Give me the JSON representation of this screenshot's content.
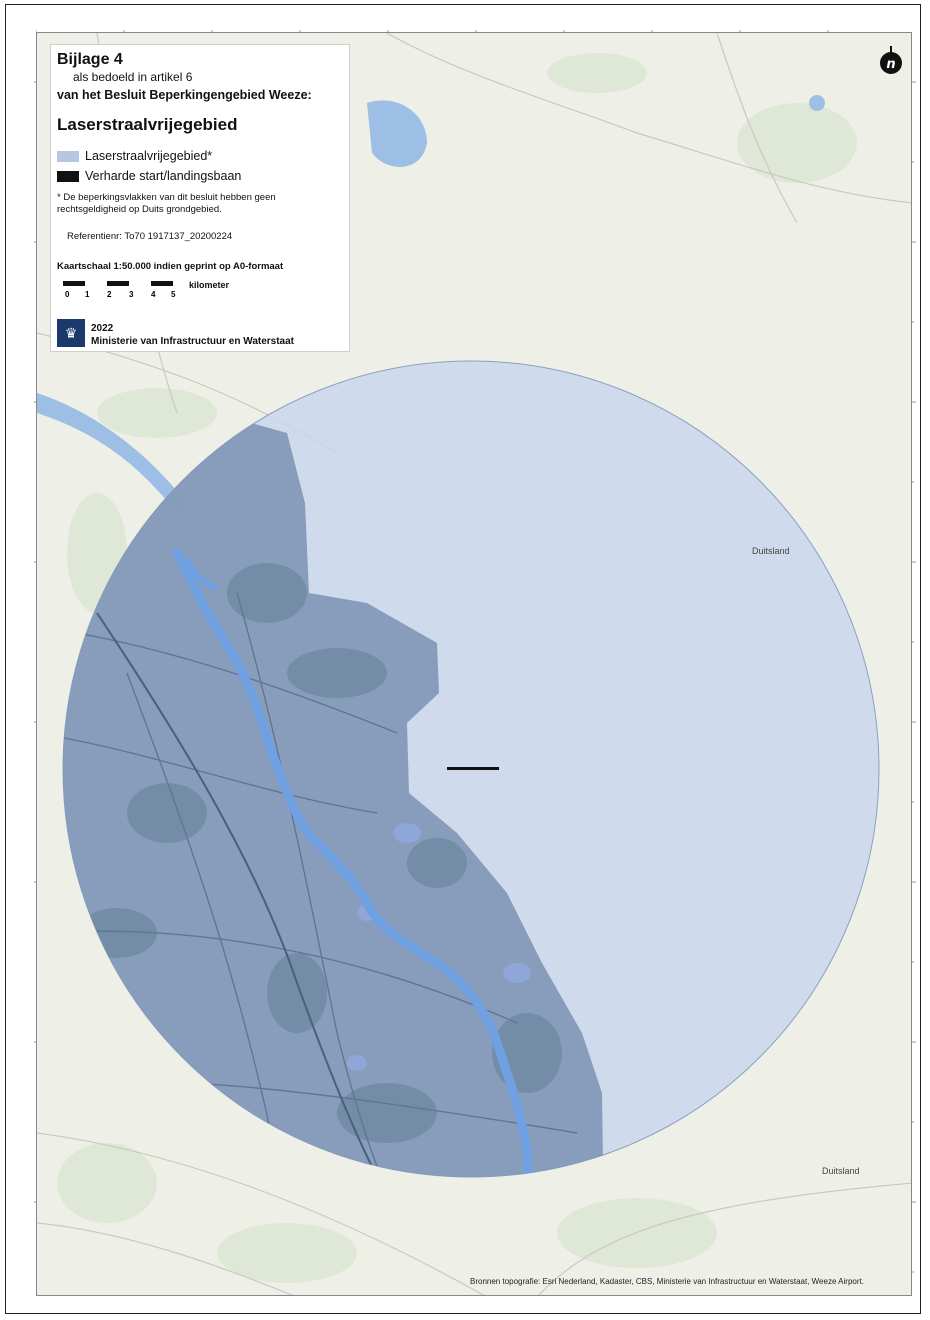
{
  "legend": {
    "title": "Bijlage 4",
    "subtitle_line1": "als bedoeld in artikel 6",
    "subtitle_line2": "van het Besluit Beperkingengebied Weeze:",
    "heading": "Laserstraalvrijegebied",
    "items": [
      {
        "label": "Laserstraalvrijegebied*",
        "color": "#b7c6e2"
      },
      {
        "label": "Verharde start/landingsbaan",
        "color": "#111111"
      }
    ],
    "footnote": "*  De beperkingsvlakken van dit besluit hebben geen rechtsgeldigheid op Duits grondgebied.",
    "reference": "Referentienr: To70 1917137_20200224",
    "scale_text": "Kaartschaal 1:50.000 indien geprint op A0-formaat",
    "scale_ticks": [
      "0",
      "1",
      "2",
      "3",
      "4",
      "5"
    ],
    "scale_unit": "kilometer",
    "year": "2022",
    "ministry": "Ministerie van Infrastructuur en Waterstaat"
  },
  "map": {
    "labels": {
      "germany_1": "Duitsland",
      "germany_2": "Duitsland"
    },
    "sources": "Bronnen topografie: Esri Nederland, Kadaster, CBS, Ministerie van Infrastructuur en Waterstaat, Weeze Airport.",
    "colors": {
      "zone_fill": "#c9d6ec",
      "nl_zone_fill": "#7f96b6",
      "water": "#79a8e0",
      "base": "#eef0e8",
      "runway": "#111111"
    }
  }
}
